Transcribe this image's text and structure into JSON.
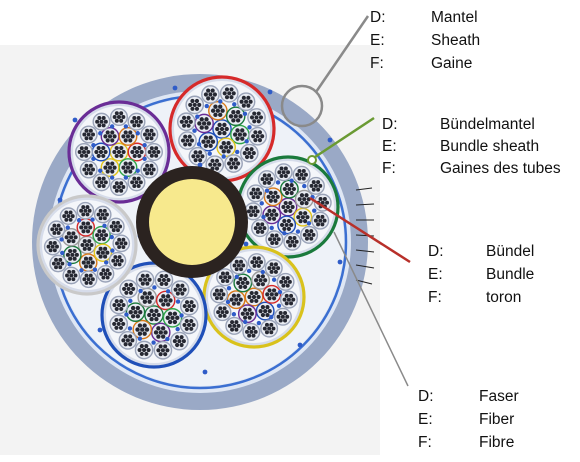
{
  "title": "",
  "colors": {
    "jacket_outer": "#9aa9c6",
    "jacket_inner": "#dfe7f4",
    "ring_blue": "#3b6fd1",
    "center_core": "#f7e98d",
    "center_ring": "#2b2320",
    "bundle_fill": "#d6dcea",
    "fiber_dark": "#262832",
    "fiber_blue": "#2f5cc8",
    "leader_gray": "#8a8a8a",
    "leader_green": "#6a9a33",
    "leader_red": "#b8302a"
  },
  "bundles": [
    {
      "name": "purple-bundle",
      "color": "#6a2d96"
    },
    {
      "name": "red-bundle",
      "color": "#d62a2a"
    },
    {
      "name": "green-bundle",
      "color": "#1a7a3c"
    },
    {
      "name": "yellow-bundle",
      "color": "#d9c21c"
    },
    {
      "name": "blue-bundle",
      "color": "#1f4fb8"
    },
    {
      "name": "white-bundle",
      "color": "#c9c9c9"
    }
  ],
  "labels": {
    "mantel": {
      "lang": [
        "D:",
        "E:",
        "F:"
      ],
      "text": [
        "Mantel",
        "Sheath",
        "Gaine"
      ]
    },
    "buendelmantel": {
      "lang": [
        "D:",
        "E:",
        "F:"
      ],
      "text": [
        "Bündelmantel",
        "Bundle sheath",
        "Gaines des tubes"
      ]
    },
    "buendel": {
      "lang": [
        "D:",
        "E:",
        "F:"
      ],
      "text": [
        "Bündel",
        "Bundle",
        "toron"
      ]
    },
    "faser": {
      "lang": [
        "D:",
        "E:",
        "F:"
      ],
      "text": [
        "Faser",
        "Fiber",
        "Fibre"
      ]
    }
  }
}
